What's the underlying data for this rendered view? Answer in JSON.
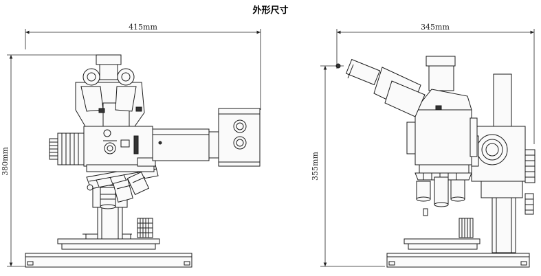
{
  "title": "外形尺寸",
  "front_view": {
    "width_label": "415mm",
    "height_label": "380mm"
  },
  "side_view": {
    "width_label": "345mm",
    "height_label": "355mm"
  }
}
